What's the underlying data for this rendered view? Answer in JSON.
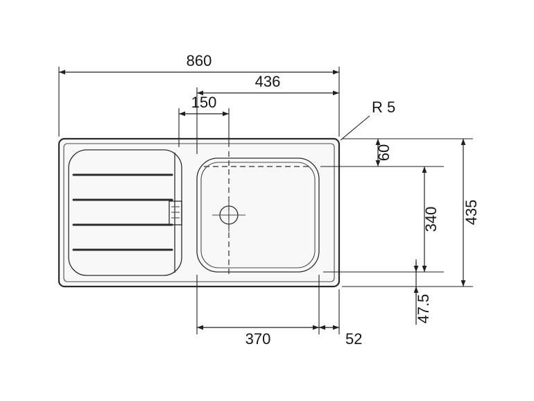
{
  "drawing": {
    "dimensions": {
      "overall_width": "860",
      "bowl_zone_width": "436",
      "drain_center_offset": "150",
      "corner_radius": "R 5",
      "top_edge_to_bowl": "60",
      "bowl_front_to_back": "340",
      "overall_depth": "435",
      "bowl_to_bottom_edge": "47.5",
      "bowl_width": "370",
      "bowl_to_right_edge": "52"
    }
  },
  "colors": {
    "line": "#2b2b2b",
    "text": "#161616",
    "background": "#ffffff"
  }
}
